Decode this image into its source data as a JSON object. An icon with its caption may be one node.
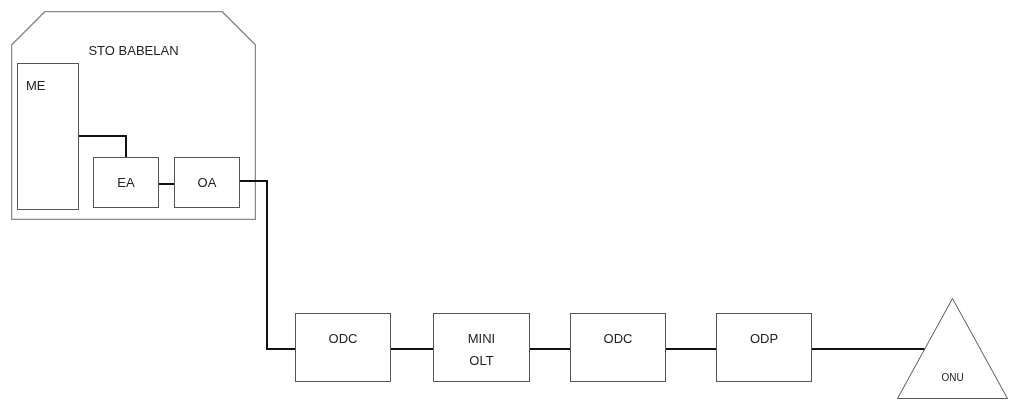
{
  "diagram": {
    "nodes": [
      {
        "text": [
          "STO BABELAN"
        ]
      },
      {
        "text": [
          "ME"
        ],
        "in": 0
      },
      {
        "text": [
          "EA"
        ],
        "in": 0
      },
      {
        "text": [
          "OA"
        ],
        "in": 0
      },
      {
        "text": [
          "ODC"
        ]
      },
      {
        "text": [
          "MINI OLT"
        ]
      },
      {
        "text": [
          "ODC"
        ]
      },
      {
        "text": [
          "ODP"
        ]
      },
      {
        "text": [
          "ONU"
        ]
      }
    ],
    "edges": [
      {
        "from": 1,
        "to": 2,
        "arrow": "none"
      },
      {
        "from": 2,
        "to": 3,
        "arrow": "none"
      },
      {
        "from": 3,
        "to": 4,
        "arrow": "none"
      },
      {
        "from": 4,
        "to": 5,
        "arrow": "none"
      },
      {
        "from": 5,
        "to": 6,
        "arrow": "none"
      },
      {
        "from": 6,
        "to": 7,
        "arrow": "none"
      },
      {
        "from": 7,
        "to": 8,
        "arrow": "none"
      }
    ]
  }
}
